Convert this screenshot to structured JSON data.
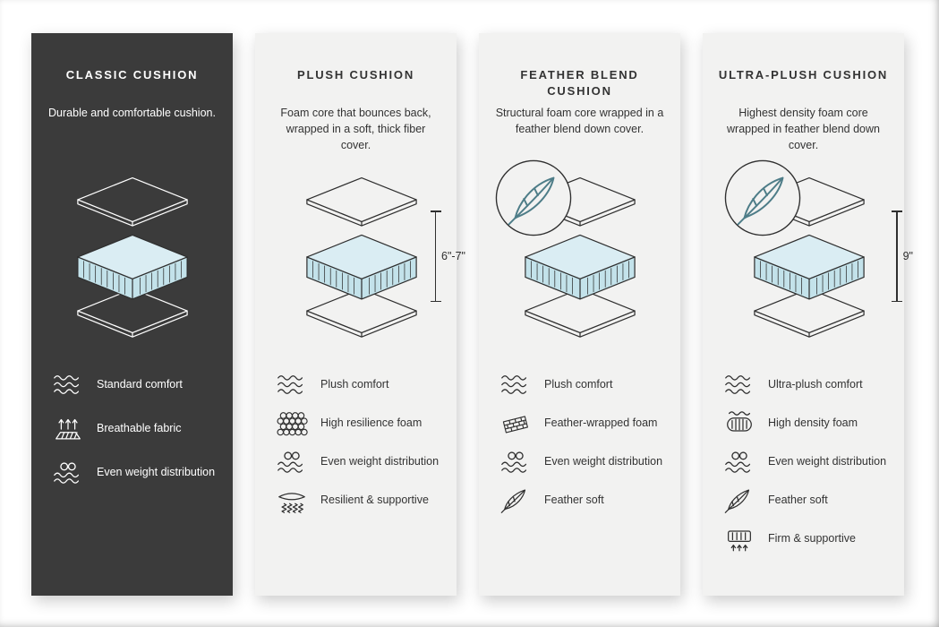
{
  "colors": {
    "dark_card": "#3b3b3b",
    "light_card": "#f2f2f1",
    "foam_top": "#daedf3",
    "foam_side": "#c3e2ea",
    "outline": "#2f2f2f",
    "feather_accent": "#4e7d88"
  },
  "cards": [
    {
      "id": "classic",
      "title": "CLASSIC CUSHION",
      "description": "Durable and comfortable cushion.",
      "dimension_label": "",
      "has_feather_badge": false,
      "features": [
        {
          "icon": "waves-icon",
          "label": "Standard comfort"
        },
        {
          "icon": "breathable-icon",
          "label": "Breathable fabric"
        },
        {
          "icon": "even-weight-icon",
          "label": "Even weight distribution"
        }
      ]
    },
    {
      "id": "plush",
      "title": "PLUSH CUSHION",
      "description": "Foam core that bounces back, wrapped in a soft, thick fiber cover.",
      "dimension_label": "6\"-7\"",
      "has_feather_badge": false,
      "features": [
        {
          "icon": "waves-icon",
          "label": "Plush comfort"
        },
        {
          "icon": "foam-bubbles-icon",
          "label": "High resilience foam"
        },
        {
          "icon": "even-weight-icon",
          "label": "Even weight distribution"
        },
        {
          "icon": "springs-icon",
          "label": "Resilient & supportive"
        }
      ]
    },
    {
      "id": "feather-blend",
      "title": "FEATHER BLEND CUSHION",
      "description": "Structural foam core wrapped in a feather blend down cover.",
      "dimension_label": "",
      "has_feather_badge": true,
      "features": [
        {
          "icon": "waves-icon",
          "label": "Plush comfort"
        },
        {
          "icon": "brick-foam-icon",
          "label": "Feather-wrapped foam"
        },
        {
          "icon": "even-weight-icon",
          "label": "Even weight distribution"
        },
        {
          "icon": "feather-icon",
          "label": "Feather soft"
        }
      ]
    },
    {
      "id": "ultra-plush",
      "title": "ULTRA-PLUSH CUSHION",
      "description": "Highest density foam core wrapped in feather blend down cover.",
      "dimension_label": "9\"",
      "has_feather_badge": true,
      "features": [
        {
          "icon": "waves-icon",
          "label": "Ultra-plush comfort"
        },
        {
          "icon": "density-foam-icon",
          "label": "High density foam"
        },
        {
          "icon": "even-weight-icon",
          "label": "Even weight distribution"
        },
        {
          "icon": "feather-icon",
          "label": "Feather soft"
        },
        {
          "icon": "firm-supportive-icon",
          "label": "Firm & supportive"
        }
      ]
    }
  ]
}
